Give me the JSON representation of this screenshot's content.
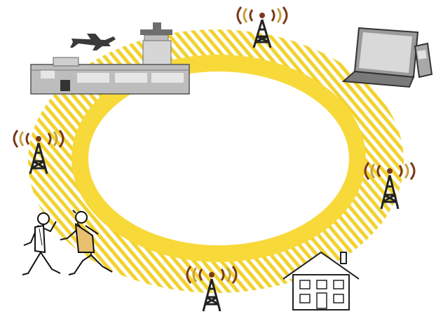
{
  "diagram": {
    "ring": {
      "outer_hatch_color": "#F2D22E",
      "inner_band_color": "#F7D93A",
      "hatch_style": "diagonal-stripes",
      "center_color": "#FFFFFF"
    },
    "nodes": [
      {
        "id": "airport",
        "icon": "airport-terminal-icon"
      },
      {
        "id": "airplane",
        "icon": "airplane-icon"
      },
      {
        "id": "laptop",
        "icon": "laptop-icon"
      },
      {
        "id": "phone",
        "icon": "mobile-phone-icon"
      },
      {
        "id": "tower-top",
        "icon": "radio-tower-icon"
      },
      {
        "id": "tower-left",
        "icon": "radio-tower-icon"
      },
      {
        "id": "tower-right",
        "icon": "radio-tower-icon"
      },
      {
        "id": "tower-bottom",
        "icon": "radio-tower-icon"
      },
      {
        "id": "people",
        "icon": "walking-people-icon"
      },
      {
        "id": "house",
        "icon": "house-icon"
      }
    ],
    "colors": {
      "signal_waves": "#7A3A1A",
      "signal_waves_alt": "#C8A040",
      "tower": "#222222",
      "building": "#BDBDBD",
      "building_dark": "#6E6E6E",
      "device": "#9A9A9A"
    }
  }
}
